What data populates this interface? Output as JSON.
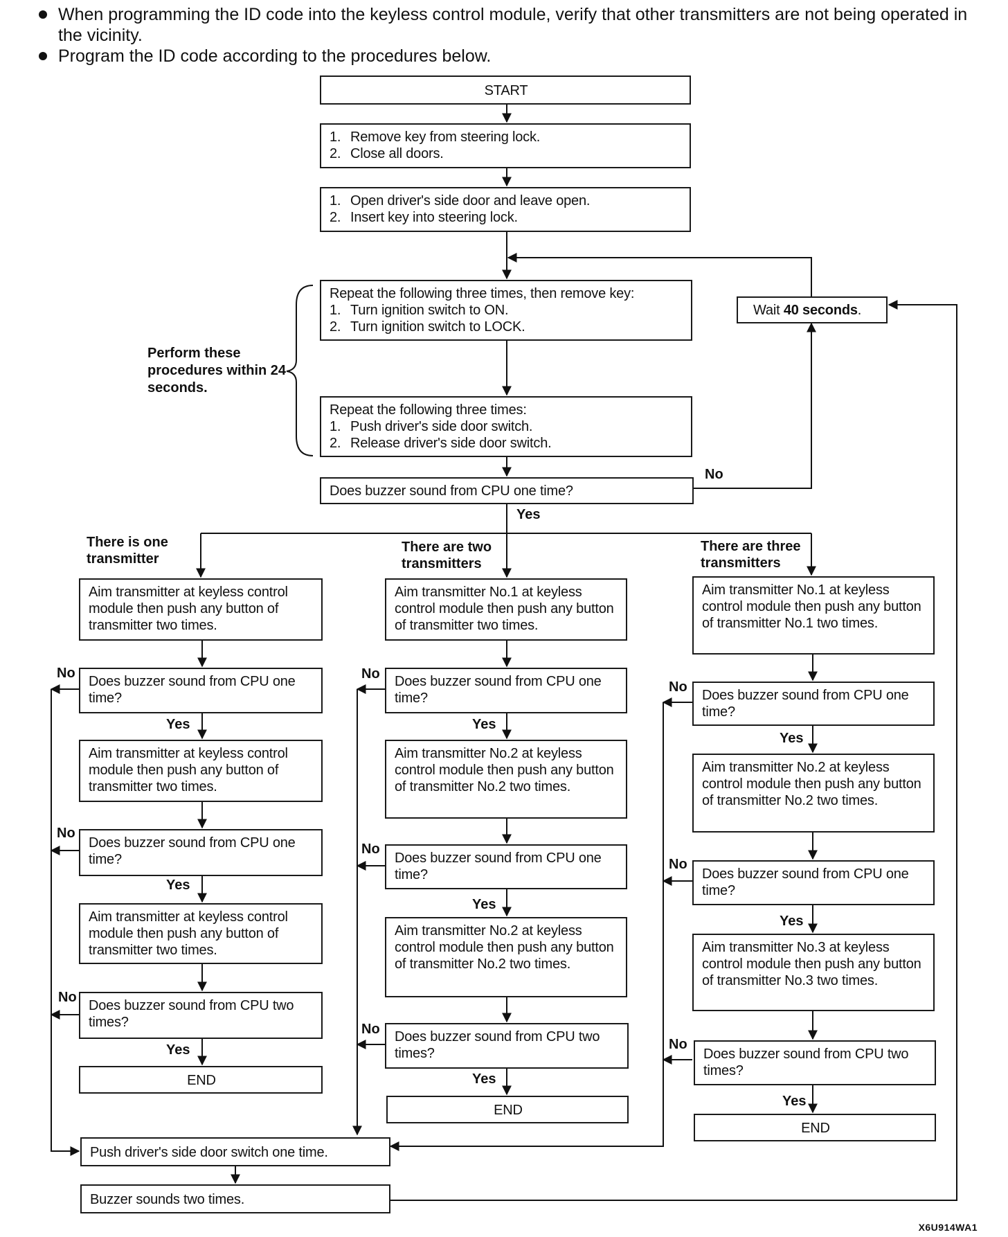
{
  "notes": [
    "When programming the ID code into the keyless control module, verify that other transmitters are not being operated in the vicinity.",
    "Program the ID code according to the procedures below."
  ],
  "start": "START",
  "step1": [
    "Remove key from steering lock.",
    "Close all doors."
  ],
  "step2": [
    "Open driver's side door and leave open.",
    "Insert key into steering lock."
  ],
  "step3": {
    "intro": "Repeat the following three times, then remove key:",
    "items": [
      "Turn ignition switch to ON.",
      "Turn ignition switch to LOCK."
    ]
  },
  "step4": {
    "intro": "Repeat the following three times:",
    "items": [
      "Push driver's side door switch.",
      "Release driver's side door switch."
    ]
  },
  "brace_note": "Perform these procedures within 24 seconds.",
  "wait": {
    "prefix": "Wait ",
    "bold": "40 seconds",
    "suffix": "."
  },
  "main_check": "Does buzzer sound from CPU one time?",
  "yes": "Yes",
  "no": "No",
  "end": "END",
  "columns": [
    {
      "header": "There is one transmitter",
      "steps": [
        {
          "type": "action",
          "text": "Aim transmitter at keyless control module then push any button of transmitter two times."
        },
        {
          "type": "check",
          "text": "Does buzzer sound from CPU one time?"
        },
        {
          "type": "action",
          "text": "Aim transmitter at keyless control module then push any button of transmitter two times."
        },
        {
          "type": "check",
          "text": "Does buzzer sound from CPU one time?"
        },
        {
          "type": "action",
          "text": "Aim transmitter at keyless control module then push any button of transmitter two times."
        },
        {
          "type": "check",
          "text": "Does buzzer sound from CPU two times?"
        }
      ]
    },
    {
      "header": "There are two transmitters",
      "steps": [
        {
          "type": "action",
          "text": "Aim transmitter No.1 at keyless control module then push any button of transmitter two times."
        },
        {
          "type": "check",
          "text": "Does buzzer sound from CPU one time?"
        },
        {
          "type": "action",
          "text": "Aim transmitter No.2 at keyless control module then push any button of transmitter No.2 two times."
        },
        {
          "type": "check",
          "text": "Does buzzer sound from CPU one time?"
        },
        {
          "type": "action",
          "text": "Aim transmitter No.2 at keyless control module then push any button of transmitter No.2 two times."
        },
        {
          "type": "check",
          "text": "Does buzzer sound from CPU two times?"
        }
      ]
    },
    {
      "header": "There are three transmitters",
      "steps": [
        {
          "type": "action",
          "text": "Aim transmitter No.1 at keyless control module then push any button of transmitter No.1 two times."
        },
        {
          "type": "check",
          "text": "Does buzzer sound from CPU one time?"
        },
        {
          "type": "action",
          "text": "Aim transmitter No.2 at keyless control module then push any button of transmitter No.2 two times."
        },
        {
          "type": "check",
          "text": "Does buzzer sound from CPU one time?"
        },
        {
          "type": "action",
          "text": "Aim transmitter No.3 at keyless control module then push any button of transmitter No.3 two times."
        },
        {
          "type": "check",
          "text": "Does buzzer sound from CPU two times?"
        }
      ]
    }
  ],
  "push_switch": "Push driver's side door switch one time.",
  "buzzer_two": "Buzzer sounds two times.",
  "figure_code": "X6U914WA1"
}
